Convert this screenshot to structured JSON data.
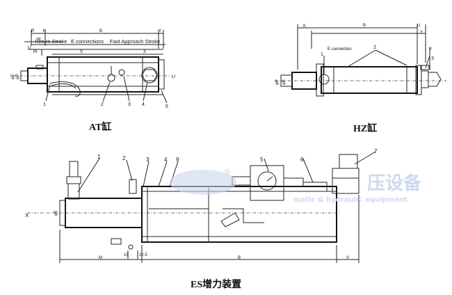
{
  "captions": {
    "at": "AT缸",
    "hz": "HZ缸",
    "es": "ES增力装置"
  },
  "at": {
    "dims": {
      "B": "B",
      "Y": "Y",
      "K": "K",
      "R": "R",
      "U": "U",
      "M": "M",
      "W": "W",
      "S": "S",
      "X": "X",
      "phiE": "φE",
      "phiP": "φP",
      "C": "C"
    },
    "stroke_labels": {
      "return": "Return Stroke",
      "e_conn": "E connections",
      "fast": "Fast Approach Stroke"
    },
    "parts": [
      "1",
      "2",
      "3",
      "4",
      "5"
    ]
  },
  "hz": {
    "dims": {
      "K": "K",
      "B": "B",
      "U": "U",
      "Y": "Y",
      "X": "X",
      "phiP": "φP",
      "phiE": "φE"
    },
    "e_conn": "E connection",
    "parts": [
      "1",
      "2",
      "3"
    ]
  },
  "es": {
    "parts": [
      "1",
      "2",
      "3",
      "4",
      "9",
      "5",
      "6",
      "7"
    ],
    "dims": {
      "X": "X",
      "M": "M",
      "B": "B",
      "V": "V",
      "a": "22.5",
      "b": "15",
      "phiE": "φE"
    }
  },
  "watermark": {
    "brand": "®",
    "cn": "压设备",
    "en": "matic & hydraulic equipment"
  },
  "colors": {
    "line": "#222222",
    "watermark": "#c9d6ec"
  }
}
